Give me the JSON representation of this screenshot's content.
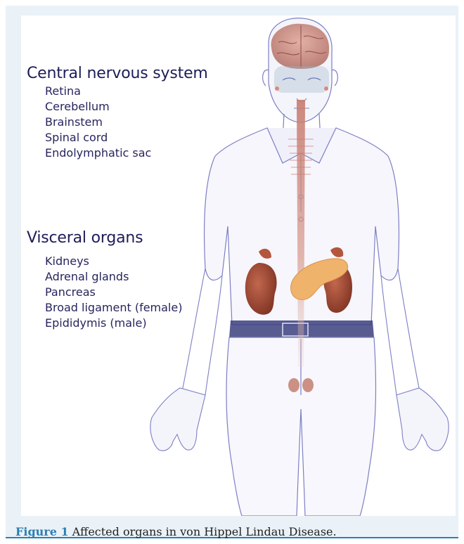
{
  "cns": {
    "heading": "Central nervous system",
    "items": [
      "Retina",
      "Cerebellum",
      "Brainstem",
      "Spinal cord",
      "Endolymphatic sac"
    ]
  },
  "visceral": {
    "heading": "Visceral organs",
    "items": [
      "Kidneys",
      "Adrenal glands",
      "Pancreas",
      "Broad ligament (female)",
      "Epididymis (male)"
    ]
  },
  "caption": {
    "label": "Figure 1",
    "text": "Affected organs in von Hippel Lindau Disease."
  },
  "colors": {
    "caption_label": "#2b7fb3",
    "heading_text": "#1e1d58",
    "outline": "#7c7fc4",
    "kidney": "#a34a34",
    "pancreas": "#f0b36c",
    "brain": "#c48077"
  }
}
